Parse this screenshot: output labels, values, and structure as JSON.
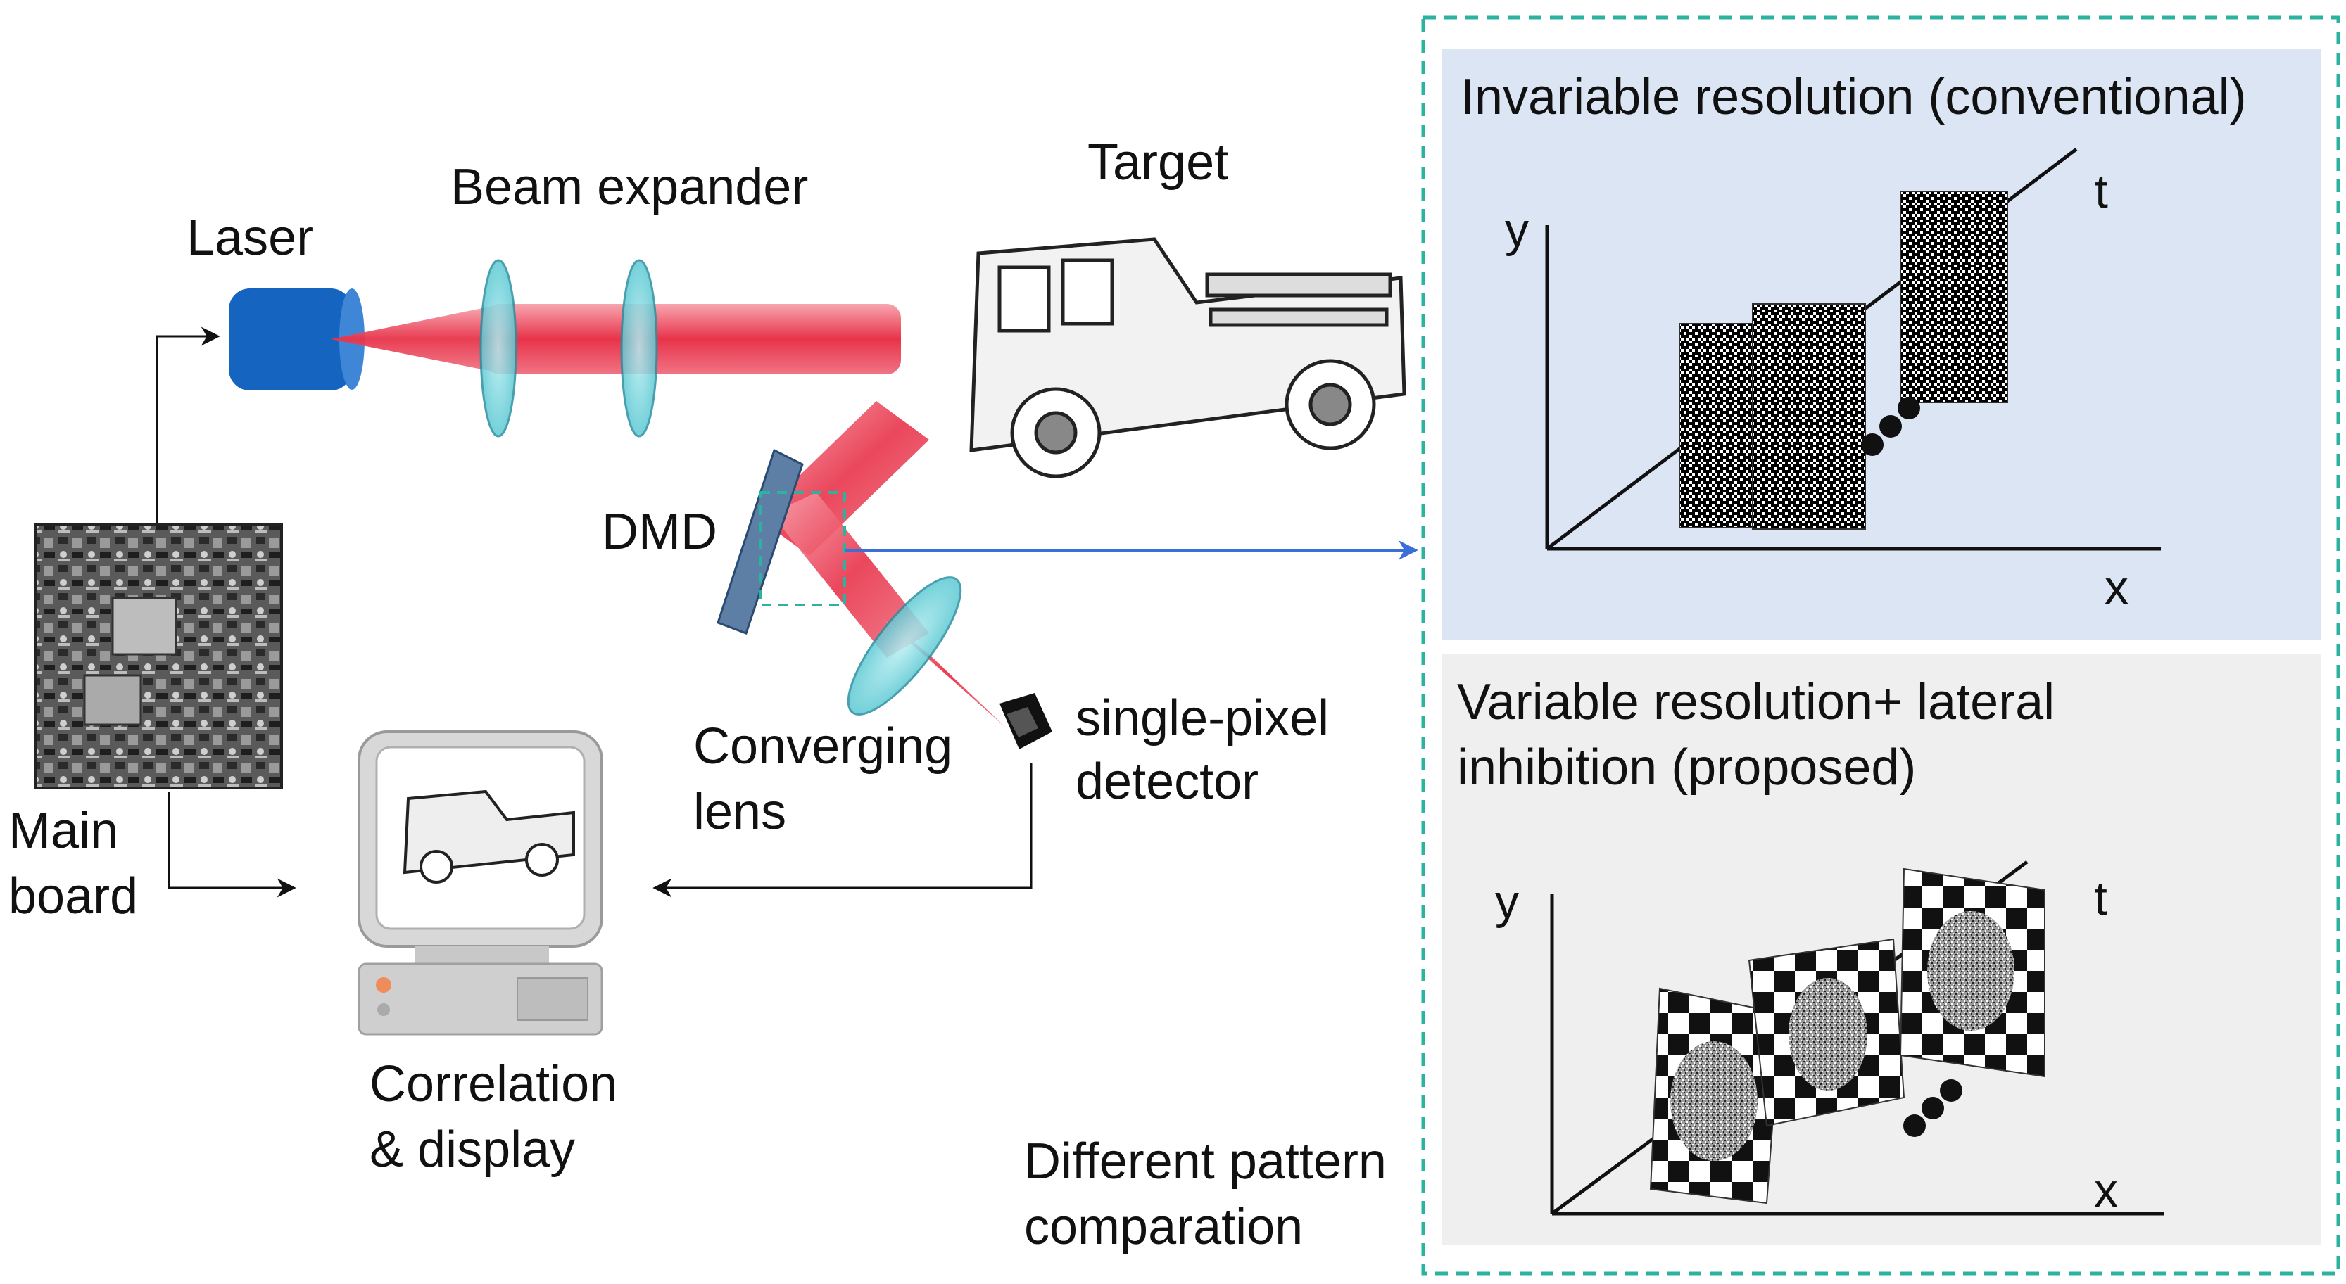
{
  "labels": {
    "laser": "Laser",
    "beam_expander": "Beam expander",
    "target": "Target",
    "dmd": "DMD",
    "converging_lens_1": "Converging",
    "converging_lens_2": "lens",
    "detector_1": "single-pixel",
    "detector_2": "detector",
    "main_board_1": "Main",
    "main_board_2": "board",
    "correlation_1": "Correlation",
    "correlation_2": "& display",
    "comparison_1": "Different pattern",
    "comparison_2": "comparation"
  },
  "panels": {
    "top": {
      "title": "Invariable resolution (conventional)",
      "axis_y": "y",
      "axis_t": "t",
      "axis_x": "x"
    },
    "bottom": {
      "title_1": "Variable resolution+ lateral",
      "title_2": "inhibition (proposed)",
      "axis_y": "y",
      "axis_t": "t",
      "axis_x": "x"
    }
  },
  "colors": {
    "laser_body": "#1565c0",
    "beam": "#e8334a",
    "lens": "#7ed6de",
    "dmd": "#5d7fa6",
    "panel_top_bg": "#dbe5f3",
    "panel_bottom_bg": "#efefef",
    "dashed_border": "#2bb3a0",
    "arrow_blue": "#3b6fd8"
  }
}
